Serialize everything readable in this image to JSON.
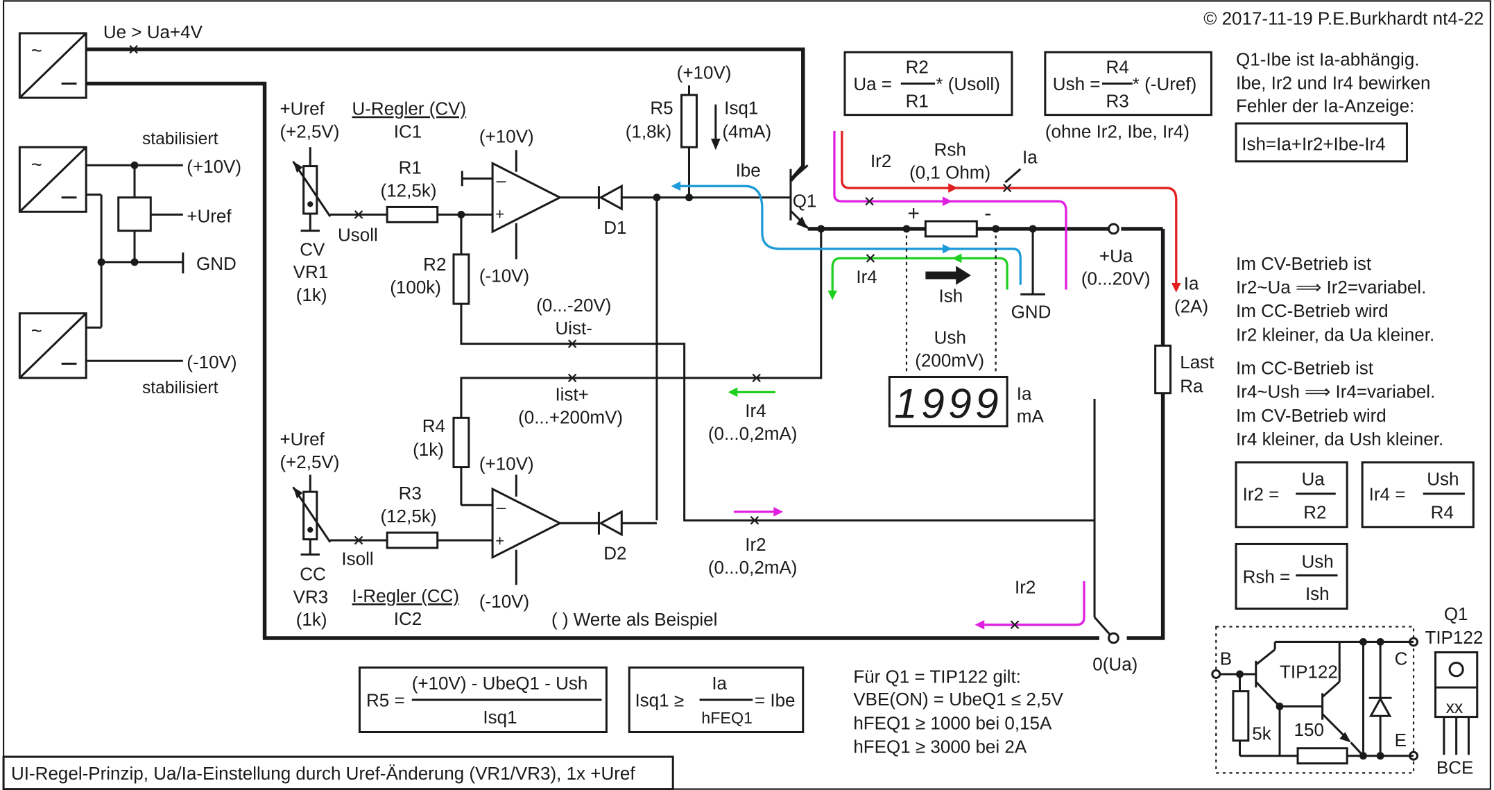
{
  "copyright": "© 2017-11-19 P.E.Burkhardt nt4-22",
  "caption": "UI-Regel-Prinzip, Ua/Ia-Einstellung durch Uref-Änderung (VR1/VR3), 1x +Uref",
  "supply": {
    "ue_label": "Ue > Ua+4V",
    "stab_top": "stabilisiert",
    "stab_bottom": "stabilisiert",
    "plus10": "(+10V)",
    "uref": "+Uref",
    "gnd": "GND",
    "minus10": "(-10V)"
  },
  "cv": {
    "uref": "+Uref",
    "uref_val": "(+2,5V)",
    "name": "CV",
    "vr": "VR1",
    "vr_val": "(1k)",
    "usoll": "Usoll",
    "regler": "U-Regler (CV)",
    "ic": "IC1",
    "r1": "R1",
    "r1_val": "(12,5k)",
    "r2": "R2",
    "r2_val": "(100k)",
    "plus10": "(+10V)",
    "minus10": "(-10V)",
    "d1": "D1",
    "uist_range": "(0...-20V)",
    "uist": "Uist-"
  },
  "cc": {
    "uref": "+Uref",
    "uref_val": "(+2,5V)",
    "name": "CC",
    "vr": "VR3",
    "vr_val": "(1k)",
    "isoll": "Isoll",
    "regler": "I-Regler (CC)",
    "ic": "IC2",
    "r3": "R3",
    "r3_val": "(12,5k)",
    "r4": "R4",
    "r4_val": "(1k)",
    "plus10": "(+10V)",
    "minus10": "(-10V)",
    "d2": "D2",
    "iist": "Iist+",
    "iist_range": "(0...+200mV)",
    "ir4": "Ir4",
    "ir4_range": "(0...0,2mA)",
    "ir2": "Ir2",
    "ir2_range": "(0...0,2mA)"
  },
  "power": {
    "plus10": "(+10V)",
    "r5": "R5",
    "r5_val": "(1,8k)",
    "isq1": "Isq1",
    "isq1_val": "(4mA)",
    "ibe": "Ibe",
    "q1": "Q1",
    "ir2": "Ir2",
    "rsh": "Rsh",
    "rsh_val": "(0,1 Ohm)",
    "ia": "Ia",
    "plus": "+",
    "minus": "-",
    "ir4": "Ir4",
    "ish": "Ish",
    "gnd": "GND",
    "ua": "+Ua",
    "ua_range": "(0...20V)",
    "ia_right": "Ia",
    "ia_val": "(2A)",
    "last": "Last",
    "ra": "Ra",
    "ush": "Ush",
    "ush_val": "(200mV)",
    "display": "1999",
    "disp_ia": "Ia",
    "disp_ma": "mA",
    "ir2_bottom": "Ir2",
    "zero_ua": "0(Ua)",
    "example_note": "( ) Werte als Beispiel"
  },
  "formulas": {
    "ua_lhs": "Ua =",
    "ua_num": "R2",
    "ua_den": "R1",
    "ua_rhs": "* (Usoll)",
    "ush_lhs": "Ush =",
    "ush_num": "R4",
    "ush_den": "R3",
    "ush_rhs": "* (-Uref)",
    "ush_note": "(ohne Ir2, Ibe, Ir4)",
    "ir2_lhs": "Ir2 =",
    "ir2_num": "Ua",
    "ir2_den": "R2",
    "ir4_lhs": "Ir4 =",
    "ir4_num": "Ush",
    "ir4_den": "R4",
    "rsh_lhs": "Rsh =",
    "rsh_num": "Ush",
    "rsh_den": "Ish",
    "r5_lhs": "R5 =",
    "r5_num": "(+10V) - UbeQ1 - Ush",
    "r5_den": "Isq1",
    "isq_lhs": "Isq1 ≥",
    "isq_num": "Ia",
    "isq_den": "hFEQ1",
    "isq_rhs": "= Ibe",
    "ish_formula": "Ish=Ia+Ir2+Ibe-Ir4"
  },
  "notes": {
    "q1_lines": [
      "Q1-Ibe ist Ia-abhängig.",
      "Ibe, Ir2 und Ir4 bewirken",
      "Fehler der Ia-Anzeige:"
    ],
    "cv_lines": [
      "Im CV-Betrieb ist",
      "Ir2~Ua  ⟹ Ir2=variabel.",
      "Im CC-Betrieb wird",
      "Ir2 kleiner, da Ua kleiner."
    ],
    "cc_lines": [
      "Im CC-Betrieb ist",
      "Ir4~Ush  ⟹ Ir4=variabel.",
      "Im CV-Betrieb wird",
      "Ir4 kleiner, da Ush kleiner."
    ],
    "tip_lines": [
      "Für Q1 = TIP122 gilt:",
      "VBE(ON) = UbeQ1 ≤  2,5V",
      "hFEQ1 ≥  1000 bei 0,15A",
      "hFEQ1 ≥  3000 bei 2A"
    ]
  },
  "tip122": {
    "b": "B",
    "c": "C",
    "e": "E",
    "name": "TIP122",
    "r1": "5k",
    "r2": "150",
    "q1": "Q1",
    "q1_type": "TIP122",
    "xx": "xx",
    "bce": "BCE"
  },
  "colors": {
    "ibe": "#1e9bd8",
    "ir2": "#e020e0",
    "ia": "#e02020",
    "ir4": "#20d020",
    "wire": "#1a1a1a"
  }
}
